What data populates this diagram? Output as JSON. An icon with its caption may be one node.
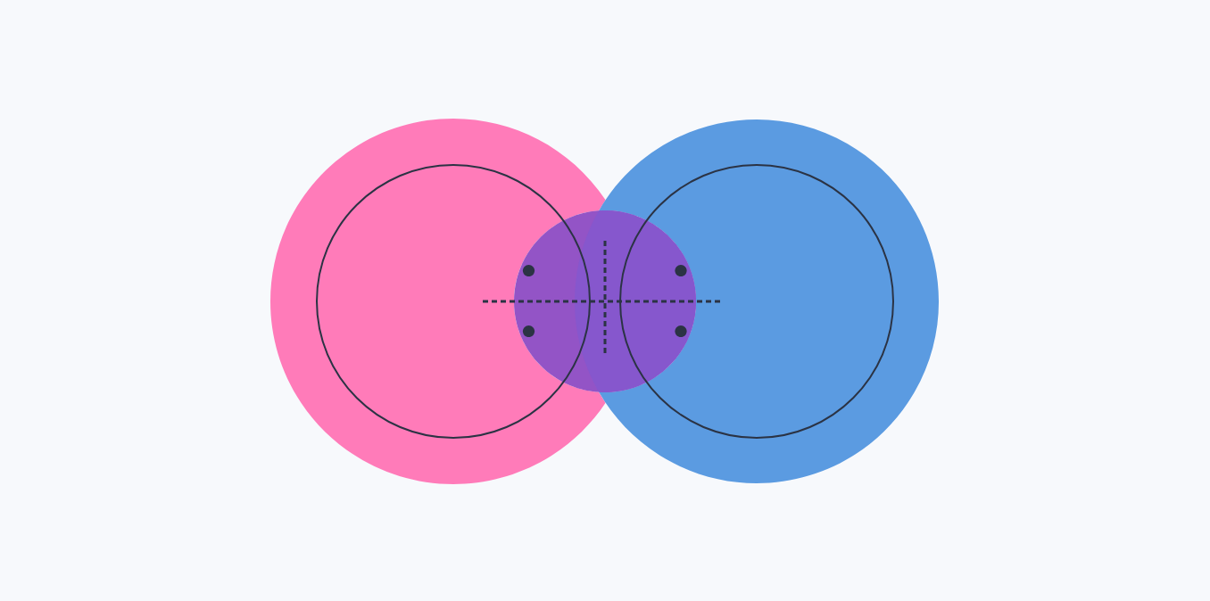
{
  "diagram": {
    "nodes": [
      {
        "text": [],
        "shape": "circle"
      },
      {
        "text": [],
        "shape": "circle",
        "in": 0
      },
      {
        "text": [],
        "shape": "circle"
      },
      {
        "text": [],
        "shape": "circle",
        "in": 2
      },
      {
        "text": [],
        "shape": "circle"
      }
    ]
  }
}
